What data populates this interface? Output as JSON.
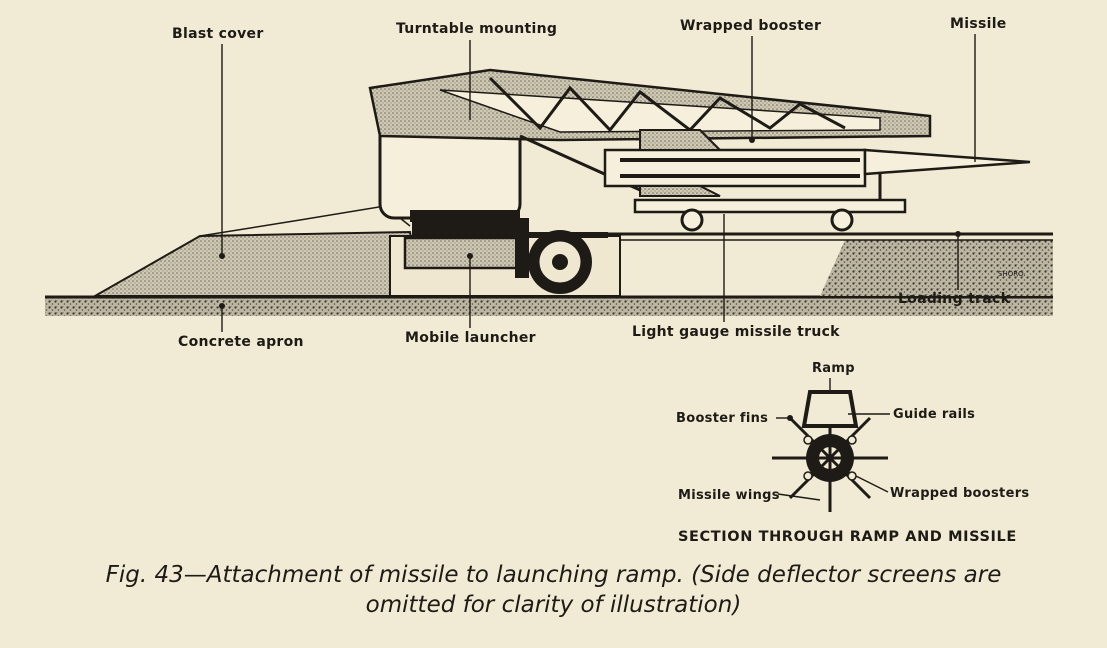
{
  "labels": {
    "blast_cover": "Blast cover",
    "turntable_mounting": "Turntable mounting",
    "wrapped_booster": "Wrapped booster",
    "missile": "Missile",
    "concrete_apron": "Concrete apron",
    "mobile_launcher": "Mobile launcher",
    "light_gauge_missile_truck": "Light gauge missile truck",
    "loading_track": "Loading track"
  },
  "section": {
    "ramp": "Ramp",
    "booster_fins": "Booster fins",
    "guide_rails": "Guide rails",
    "missile_wings": "Missile wings",
    "wrapped_boosters": "Wrapped boosters",
    "title": "SECTION THROUGH RAMP AND MISSILE"
  },
  "artist_mark": "SHORO.",
  "caption": {
    "line1": "Fig. 43—Attachment of missile to launching ramp.   (Side deflector screens are",
    "line2": "omitted for clarity of illustration)"
  },
  "colors": {
    "paper": "#f1ead4",
    "ink": "#1e1b16",
    "stipple": "#b9b3a1"
  }
}
